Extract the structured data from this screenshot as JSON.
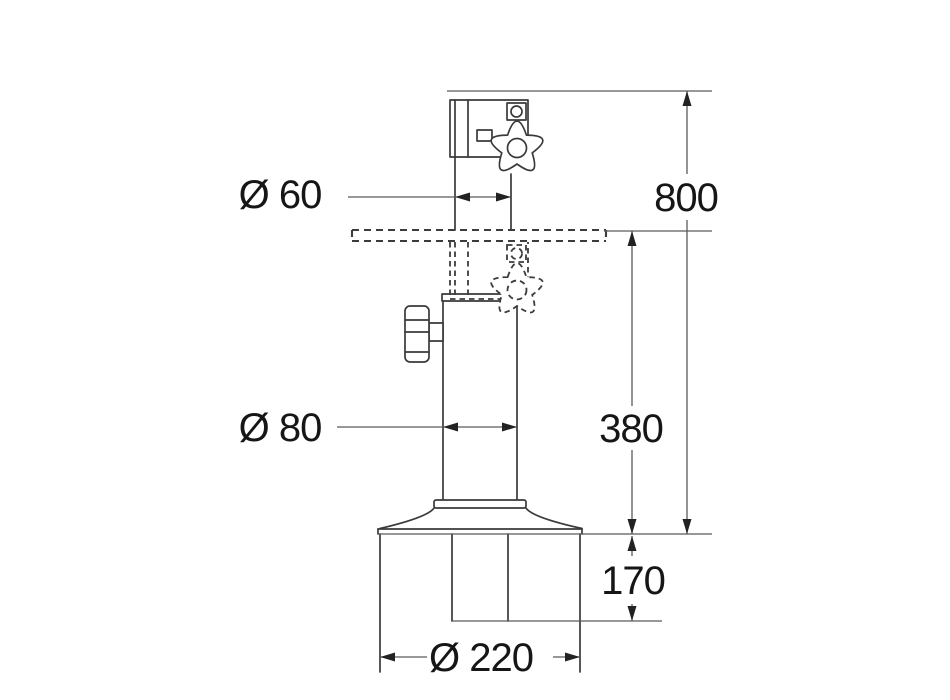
{
  "drawing": {
    "kind": "technical-dimension-drawing",
    "background_color": "#ffffff",
    "line_color": "#3a3a3a",
    "text_color": "#161616"
  },
  "dims": {
    "upper_tube_diameter": "Ø 60",
    "lower_tube_diameter": "Ø 80",
    "base_diameter": "Ø 220",
    "overall_height": "800",
    "lowered_height": "380",
    "base_recess_depth": "170"
  }
}
